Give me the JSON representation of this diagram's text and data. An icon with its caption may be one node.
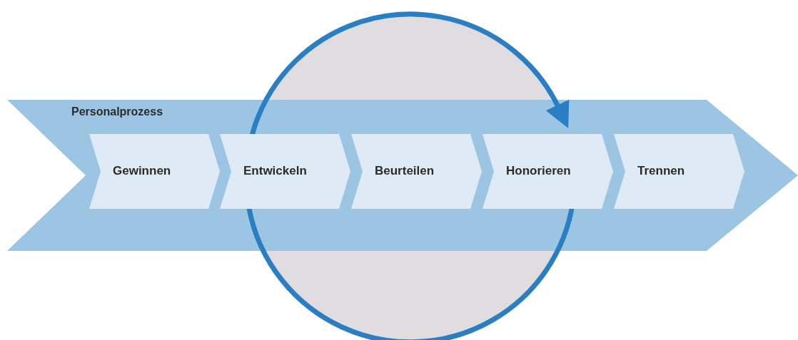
{
  "diagram": {
    "nodes": [
      {
        "text": [
          "Personalprozess"
        ]
      },
      {
        "text": [
          "Gewinnen"
        ],
        "in": 0
      },
      {
        "text": [
          "Entwickeln"
        ],
        "in": 0
      },
      {
        "text": [
          "Beurteilen"
        ]
      },
      {
        "text": [
          "Honorieren"
        ],
        "in": 0
      },
      {
        "text": [
          "Trennen"
        ],
        "in": 0
      },
      {
        "text": [],
        "shape": "circle"
      }
    ]
  }
}
